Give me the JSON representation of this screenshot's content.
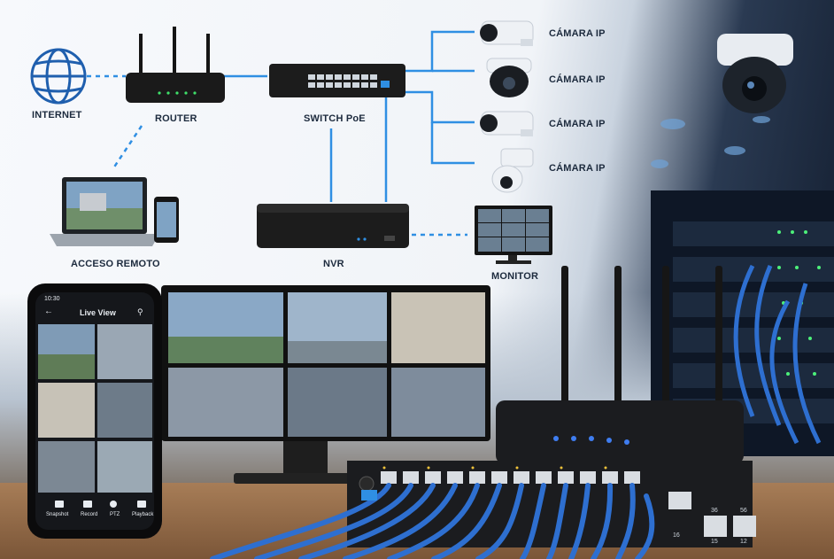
{
  "labels": {
    "internet": "INTERNET",
    "router": "ROUTER",
    "switch": "SWITCH PoE",
    "nvr": "NVR",
    "remote": "ACCESO REMOTO",
    "monitor": "MONITOR",
    "cameras": [
      "CÁMARA IP",
      "CÁMARA IP",
      "CÁMARA IP",
      "CÁMARA IP"
    ]
  },
  "phone": {
    "time": "10:30",
    "title": "Live View",
    "actions": [
      "Snapshot",
      "Record",
      "PTZ",
      "Playback"
    ]
  },
  "patch_panel_numbers": [
    "16",
    "36",
    "56",
    "15",
    "12"
  ],
  "colors": {
    "accent": "#2f8fe3",
    "label": "#1c2a3d",
    "cable": "#2e6fd0"
  },
  "icons": [
    "globe-icon",
    "router-icon",
    "switch-icon",
    "camera-icon",
    "nvr-icon",
    "monitor-icon",
    "laptop-icon",
    "phone-icon"
  ]
}
